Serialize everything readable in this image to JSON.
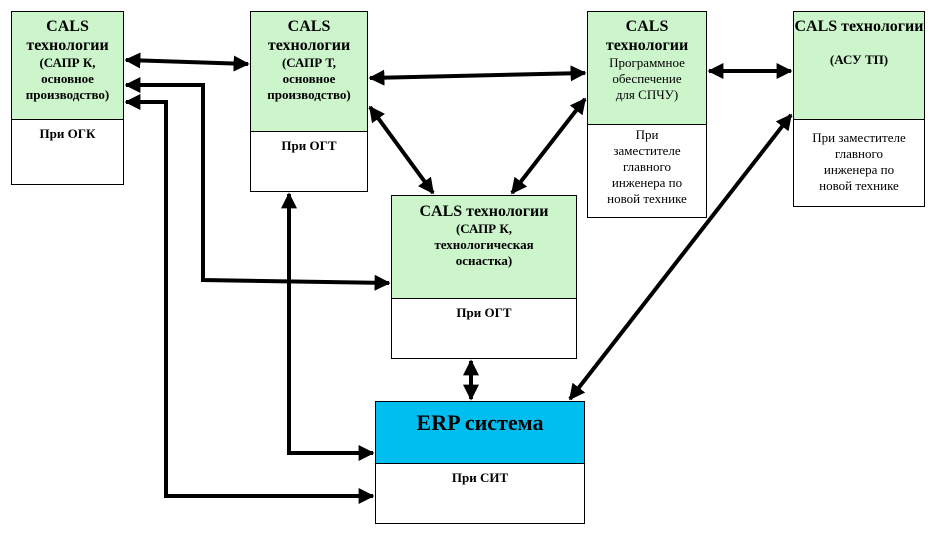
{
  "boxes": {
    "ogk": {
      "title": "CALS технологии",
      "subtitle": "(САПР К,\nосновное\nпроизводство)",
      "footer": "При ОГК"
    },
    "ogt": {
      "title": "CALS технологии",
      "subtitle": "(САПР Т,\nосновное\nпроизводство)",
      "footer": "При ОГТ"
    },
    "spchu": {
      "title": "CALS технологии",
      "subtitle": "Программное\nобеспечение\nдля СПЧУ)",
      "footer": "При\nзаместителе\nглавного\nинженера по\nновой технике"
    },
    "asutp": {
      "title": "CALS технологии",
      "subtitle": "(АСУ ТП)",
      "footer": "При заместителе\nглавного\nинженера по\nновой технике"
    },
    "osnastka": {
      "title": "CALS технологии",
      "subtitle": "(САПР К,\nтехнологическая\nоснастка)",
      "footer": "При ОГТ"
    },
    "erp": {
      "title": "ERP система",
      "footer": "При СИТ"
    }
  },
  "colors": {
    "header_green": "#ccf5cc",
    "erp_cyan": "#00bff0",
    "border": "#000000"
  }
}
